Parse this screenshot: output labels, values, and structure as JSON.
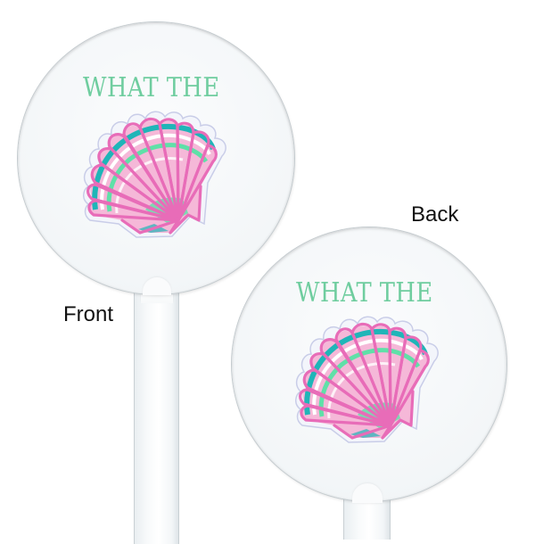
{
  "labels": {
    "front": "Front",
    "back": "Back"
  },
  "front_stirrer": {
    "text": "WHAT THE",
    "graphic": "scallop-seashell-icon"
  },
  "back_stirrer": {
    "text": "WHAT THE",
    "graphic": "scallop-seashell-icon"
  },
  "colors": {
    "text_green": "#6fcd9f",
    "shell_pink_ribs": "#e86cb8",
    "shell_light_pink": "#f5b8d8",
    "shell_teal": "#1fb5b8",
    "shell_mint": "#5fe0a8",
    "disc_fill": "#f3f6f8"
  }
}
